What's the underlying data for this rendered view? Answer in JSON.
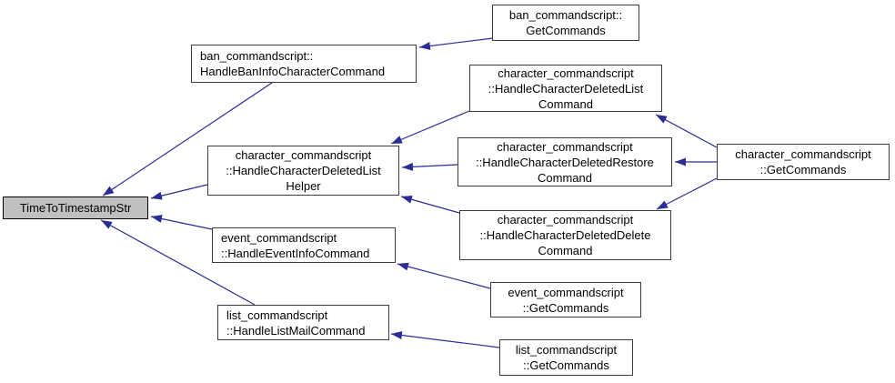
{
  "diagram": {
    "root": "TimeToTimestampStr"
  },
  "colors": {
    "background": "#ffffff",
    "node_fill": "#ffffff",
    "node_border": "#3c3c3c",
    "highlight_fill": "#c0c0c0",
    "highlight_border": "#000000",
    "edge": "#2a2d96",
    "text": "#000000"
  },
  "nodes": [
    {
      "id": "TimeToTimestampStr",
      "highlighted": true,
      "lines": [
        "TimeToTimestampStr"
      ]
    },
    {
      "id": "ban_commandscript::HandleBanInfoCharacterCommand",
      "highlighted": false,
      "lines": [
        "ban_commandscript::",
        "HandleBanInfoCharacterCommand"
      ]
    },
    {
      "id": "ban_commandscript::GetCommands",
      "highlighted": false,
      "lines": [
        "ban_commandscript::",
        "GetCommands"
      ]
    },
    {
      "id": "character_commandscript::HandleCharacterDeletedListHelper",
      "highlighted": false,
      "lines": [
        "character_commandscript",
        "::HandleCharacterDeletedList",
        "Helper"
      ]
    },
    {
      "id": "character_commandscript::HandleCharacterDeletedListCommand",
      "highlighted": false,
      "lines": [
        "character_commandscript",
        "::HandleCharacterDeletedList",
        "Command"
      ]
    },
    {
      "id": "character_commandscript::HandleCharacterDeletedRestoreCommand",
      "highlighted": false,
      "lines": [
        "character_commandscript",
        "::HandleCharacterDeletedRestore",
        "Command"
      ]
    },
    {
      "id": "character_commandscript::GetCommands",
      "highlighted": false,
      "lines": [
        "character_commandscript",
        "::GetCommands"
      ]
    },
    {
      "id": "character_commandscript::HandleCharacterDeletedDeleteCommand",
      "highlighted": false,
      "lines": [
        "character_commandscript",
        "::HandleCharacterDeletedDelete",
        "Command"
      ]
    },
    {
      "id": "event_commandscript::HandleEventInfoCommand",
      "highlighted": false,
      "lines": [
        "event_commandscript",
        "::HandleEventInfoCommand"
      ]
    },
    {
      "id": "event_commandscript::GetCommands",
      "highlighted": false,
      "lines": [
        "event_commandscript",
        "::GetCommands"
      ]
    },
    {
      "id": "list_commandscript::HandleListMailCommand",
      "highlighted": false,
      "lines": [
        "list_commandscript",
        "::HandleListMailCommand"
      ]
    },
    {
      "id": "list_commandscript::GetCommands",
      "highlighted": false,
      "lines": [
        "list_commandscript",
        "::GetCommands"
      ]
    }
  ],
  "edges": [
    {
      "from": "ban_commandscript::GetCommands",
      "to": "ban_commandscript::HandleBanInfoCharacterCommand"
    },
    {
      "from": "ban_commandscript::HandleBanInfoCharacterCommand",
      "to": "TimeToTimestampStr"
    },
    {
      "from": "character_commandscript::HandleCharacterDeletedListHelper",
      "to": "TimeToTimestampStr"
    },
    {
      "from": "event_commandscript::HandleEventInfoCommand",
      "to": "TimeToTimestampStr"
    },
    {
      "from": "list_commandscript::HandleListMailCommand",
      "to": "TimeToTimestampStr"
    },
    {
      "from": "character_commandscript::HandleCharacterDeletedListCommand",
      "to": "character_commandscript::HandleCharacterDeletedListHelper"
    },
    {
      "from": "character_commandscript::HandleCharacterDeletedRestoreCommand",
      "to": "character_commandscript::HandleCharacterDeletedListHelper"
    },
    {
      "from": "character_commandscript::HandleCharacterDeletedDeleteCommand",
      "to": "character_commandscript::HandleCharacterDeletedListHelper"
    },
    {
      "from": "character_commandscript::GetCommands",
      "to": "character_commandscript::HandleCharacterDeletedListCommand"
    },
    {
      "from": "character_commandscript::GetCommands",
      "to": "character_commandscript::HandleCharacterDeletedRestoreCommand"
    },
    {
      "from": "character_commandscript::GetCommands",
      "to": "character_commandscript::HandleCharacterDeletedDeleteCommand"
    },
    {
      "from": "event_commandscript::GetCommands",
      "to": "event_commandscript::HandleEventInfoCommand"
    },
    {
      "from": "list_commandscript::GetCommands",
      "to": "list_commandscript::HandleListMailCommand"
    }
  ]
}
